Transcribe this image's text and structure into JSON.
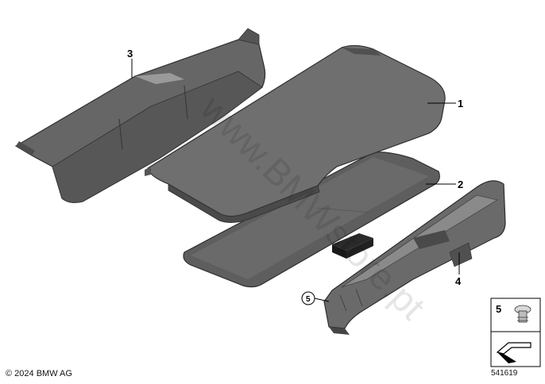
{
  "callouts": {
    "c1": "1",
    "c2": "2",
    "c3": "3",
    "c4": "4",
    "c5": "5"
  },
  "legend": {
    "number": "5"
  },
  "footer": {
    "copyright": "© 2024 BMW AG",
    "part_number": "541619"
  },
  "watermark": "www.BMWstore.pt",
  "colors": {
    "part_fill": "#6e6e6e",
    "part_edge": "#3c3c3c",
    "part_light": "#9a9a9a"
  }
}
